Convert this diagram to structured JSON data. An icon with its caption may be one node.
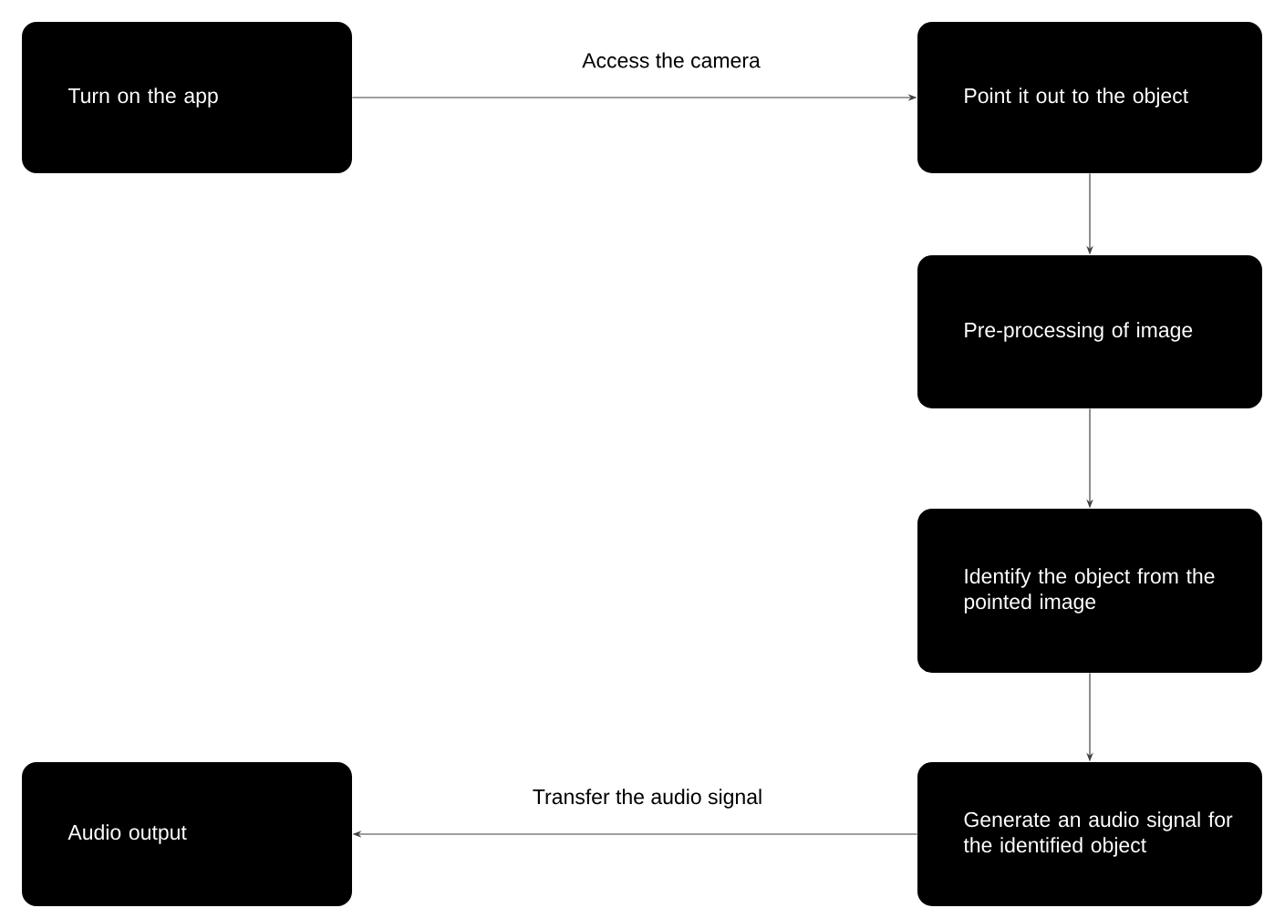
{
  "diagram": {
    "nodes": [
      {
        "text": [
          "Turn on the app"
        ]
      },
      {
        "text": [
          "Point it out to the object"
        ]
      },
      {
        "text": [
          "Pre-processing of image"
        ]
      },
      {
        "text": [
          "Identify the object from the pointed image"
        ]
      },
      {
        "text": [
          "Generate an audio signal for the identified object"
        ]
      },
      {
        "text": [
          "Audio output"
        ]
      }
    ],
    "edges": [
      {
        "from": 0,
        "to": 1,
        "arrow": "to",
        "label": "Access the camera"
      },
      {
        "from": 1,
        "to": 2,
        "arrow": "to"
      },
      {
        "from": 2,
        "to": 3,
        "arrow": "to"
      },
      {
        "from": 3,
        "to": 4,
        "arrow": "to"
      },
      {
        "from": 4,
        "to": 5,
        "arrow": "to",
        "label": "Transfer the audio signal"
      }
    ]
  }
}
